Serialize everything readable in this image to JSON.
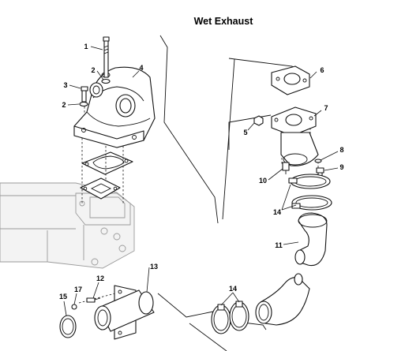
{
  "title": "Wet Exhaust",
  "callouts": [
    "1",
    "2",
    "3",
    "2",
    "4",
    "5",
    "6",
    "7",
    "8",
    "9",
    "10",
    "14",
    "11",
    "12",
    "13",
    "14",
    "15",
    "17"
  ]
}
